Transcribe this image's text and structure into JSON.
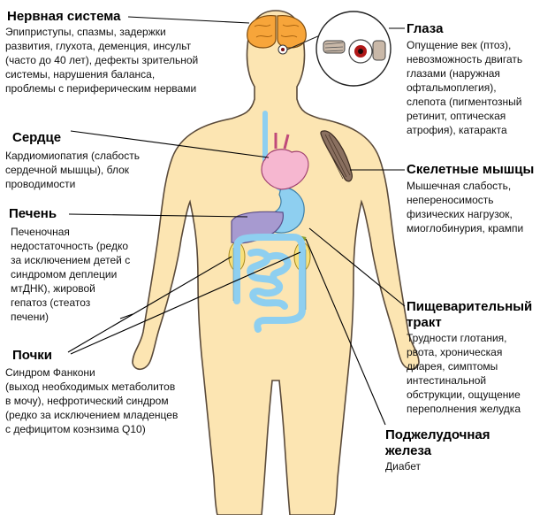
{
  "colors": {
    "skin": "#fce5b2",
    "outline": "#5a4a3a",
    "brain": "#f7a53a",
    "heart": "#f6b7d0",
    "gut": "#8ecff0",
    "liver": "#a79ad0",
    "kidney": "#f8e07a",
    "muscle": "#8a7060",
    "eye_iris": "#b01818"
  },
  "labels": {
    "nervous": {
      "title": "Нервная система",
      "text": "Эпиприступы, спазмы, задержки\nразвития, глухота, деменция, инсульт\n(часто до 40 лет), дефекты зрительной\nсистемы, нарушения баланса,\nпроблемы с периферическим нервами"
    },
    "eyes": {
      "title": "Глаза",
      "text": "Опущение век (птоз),\nневозможность двигать\nглазами (наружная\nофтальмоплегия),\nслепота (пигментозный\nретинит, оптическая\nатрофия), катаракта"
    },
    "heart": {
      "title": "Сердце",
      "text": "Кардиомиопатия (слабость\nсердечной мышцы), блок\nпроводимости"
    },
    "muscles": {
      "title": "Скелетные мышцы",
      "text": "Мышечная слабость,\nнепереносимость\nфизических нагрузок,\nмиоглобинурия, крампи"
    },
    "liver": {
      "title": "Печень",
      "text": "Печеночная\nнедостаточность (редко\nза исключением детей с\nсиндромом деплеции\nмтДНК), жировой\nгепатоз (стеатоз\nпечени)"
    },
    "gi": {
      "title": "Пищеварительный\nтракт",
      "text": "Трудности глотания,\nрвота, хроническая\nдиарея, симптомы\nинтестинальной\nобструкции, ощущение\nпереполнения желудка"
    },
    "kidneys": {
      "title": "Почки",
      "text": "  Синдром Фанкони\n(выход необходимых метаболитов\nв мочу), нефротический синдром\n(редко за исключением младенцев\nс дефицитом коэнзима Q10)"
    },
    "pancreas": {
      "title": "Поджелудочная\nжелеза",
      "text": "Диабет"
    }
  }
}
